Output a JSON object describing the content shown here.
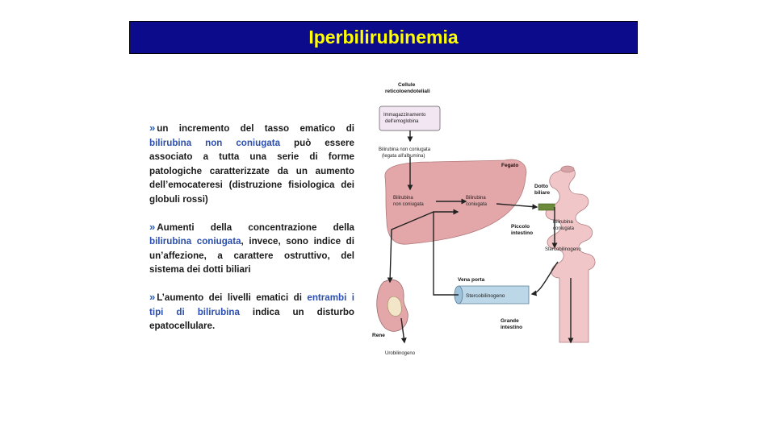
{
  "slide": {
    "title": "Iperbilirubinemia"
  },
  "bullets": [
    {
      "arrow": "»",
      "before": "un incremento del tasso ematico di ",
      "highlight": "bilirubina non coniugata",
      "after": " può essere associato a tutta una serie di forme patologiche caratterizzate da un aumento dell’emocateresi (distruzione fisiologica dei globuli rossi)"
    },
    {
      "arrow": "»",
      "before": "Aumenti della concentrazione della ",
      "highlight": "bilirubina coniugata",
      "after": ", invece, sono indice di un’affezione, a carattere ostruttivo, del sistema dei dotti biliari"
    },
    {
      "arrow": "»",
      "before": "L’aumento dei livelli ematici di ",
      "highlight": "entrambi i tipi di bilirubina",
      "after": " indica un disturbo epatocellulare."
    }
  ],
  "diagram": {
    "cells_title_1": "Cellule",
    "cells_title_2": "reticoloendoteliali",
    "box_1": "Immagazzinamento",
    "box_2": "dell'emoglobina",
    "unconj_1": "Bilirubina non coniugata",
    "unconj_2": "(legata all'albumina)",
    "liver": "Fegato",
    "bili_nc_1": "Bilirubina",
    "bili_nc_2": "non coniugata",
    "bili_c_1": "Bilirubina",
    "bili_c_2": "coniugata",
    "duct_1": "Dotto",
    "duct_2": "biliare",
    "intest_bili_1": "Bilirubina",
    "intest_bili_2": "coniugata",
    "small_int_1": "Piccolo",
    "small_int_2": "intestino",
    "stercob_int": "Stercobilinogeno",
    "portal_vein": "Vena porta",
    "stercob_vessel": "Stercobilinogeno",
    "kidney": "Rene",
    "large_int_1": "Grande",
    "large_int_2": "intestino",
    "urobilinogen": "Urobilinogeno"
  },
  "colors": {
    "title_bg": "#0b0b8c",
    "title_text": "#ffff00",
    "highlight": "#2b4fb0",
    "arrow": "#2b5fb3",
    "liver": "#e3a7a9",
    "intestine": "#f0c6c8",
    "vessel": "#bcd7e8"
  }
}
